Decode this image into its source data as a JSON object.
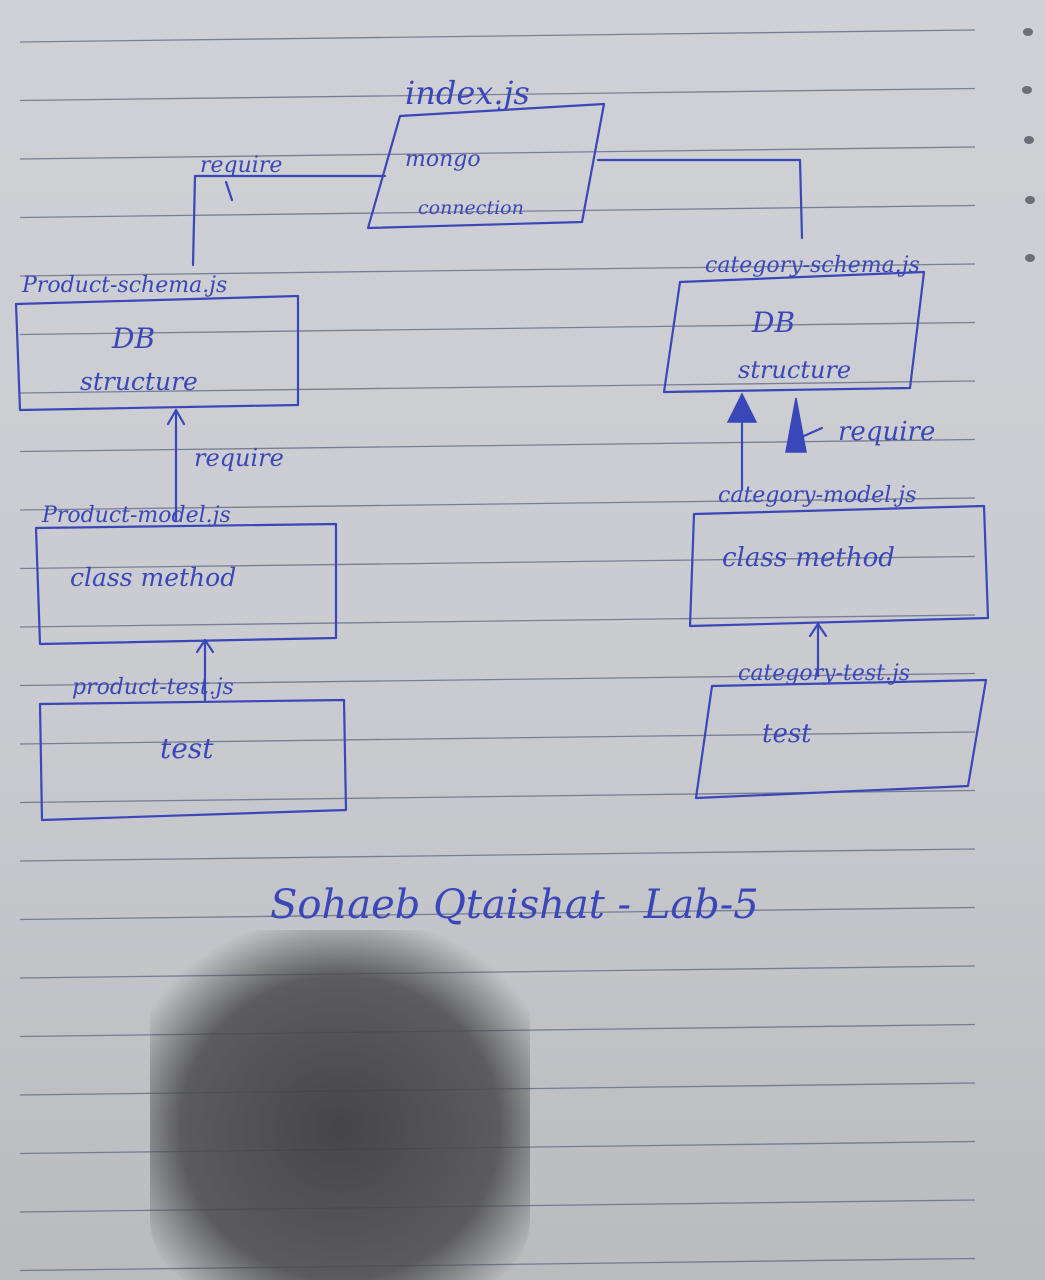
{
  "diagram": {
    "top": {
      "filename": "index.js",
      "body": [
        "mongo",
        "connection"
      ]
    },
    "left": {
      "schema": {
        "filename": "Product-schema.js",
        "body": [
          "DB",
          "structure"
        ]
      },
      "model": {
        "filename": "Product-model.js",
        "body": [
          "class method"
        ]
      },
      "test": {
        "filename": "product-test.js",
        "body": [
          "test"
        ]
      }
    },
    "right": {
      "schema": {
        "filename": "category-schema.js",
        "body": [
          "DB",
          "structure"
        ]
      },
      "model": {
        "filename": "category-model.js",
        "body": [
          "class method"
        ]
      },
      "test": {
        "filename": "category-test.js",
        "body": [
          "test"
        ]
      }
    },
    "edge_labels": {
      "top_require": "require",
      "left_require": "require",
      "right_require": "require"
    }
  },
  "signature": "Sohaeb Qtaishat - Lab-5",
  "colors": {
    "ink": "#3a47b8",
    "paper": "#cfd1d6",
    "rule": "#5d6680",
    "shadow": "#4a4a4c"
  }
}
